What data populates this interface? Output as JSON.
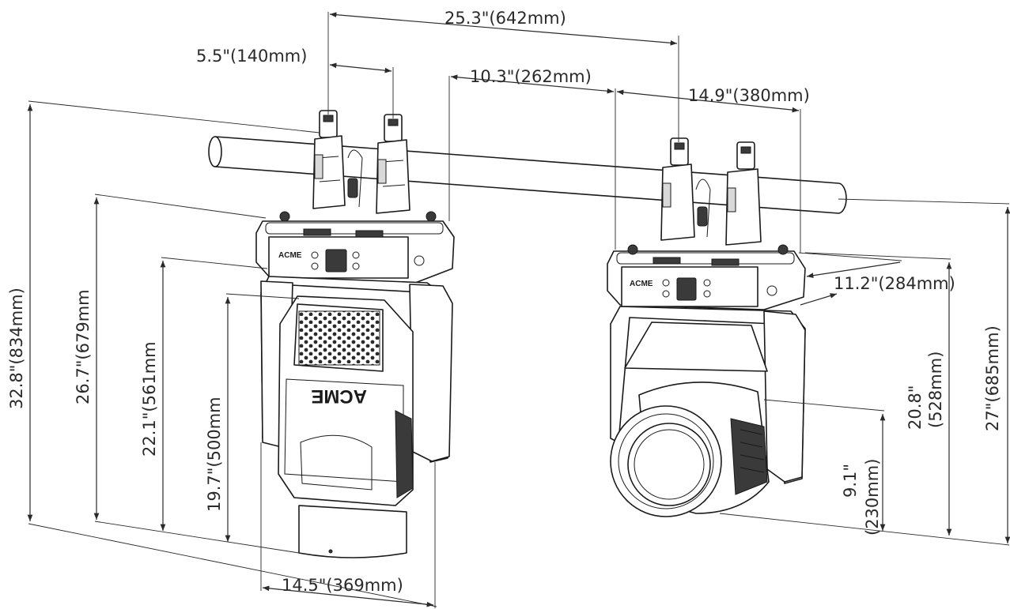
{
  "brand": "ACME",
  "dimensions": {
    "spacing_total": "25.3\"(642mm)",
    "clamp_spacing": "5.5\"(140mm)",
    "left_to_clamp": "10.3\"(262mm)",
    "right_head_width": "14.9\"(380mm)",
    "depth": "11.2\"(284mm)",
    "overall_height": "32.8\"(834mm)",
    "height_base_top": "26.7\"(679mm",
    "height_yoke_top": "22.1\"(561mm",
    "height_head_top": "19.7\"(500mm",
    "base_width": "14.5\"(369mm)",
    "right_height_total": "27\"(685mm)",
    "right_height_mid_line1": "20.8\"",
    "right_height_mid_line2": "(528mm)",
    "right_height_lens_line1": "9.1\"",
    "right_height_lens_line2": "(230mm)"
  }
}
